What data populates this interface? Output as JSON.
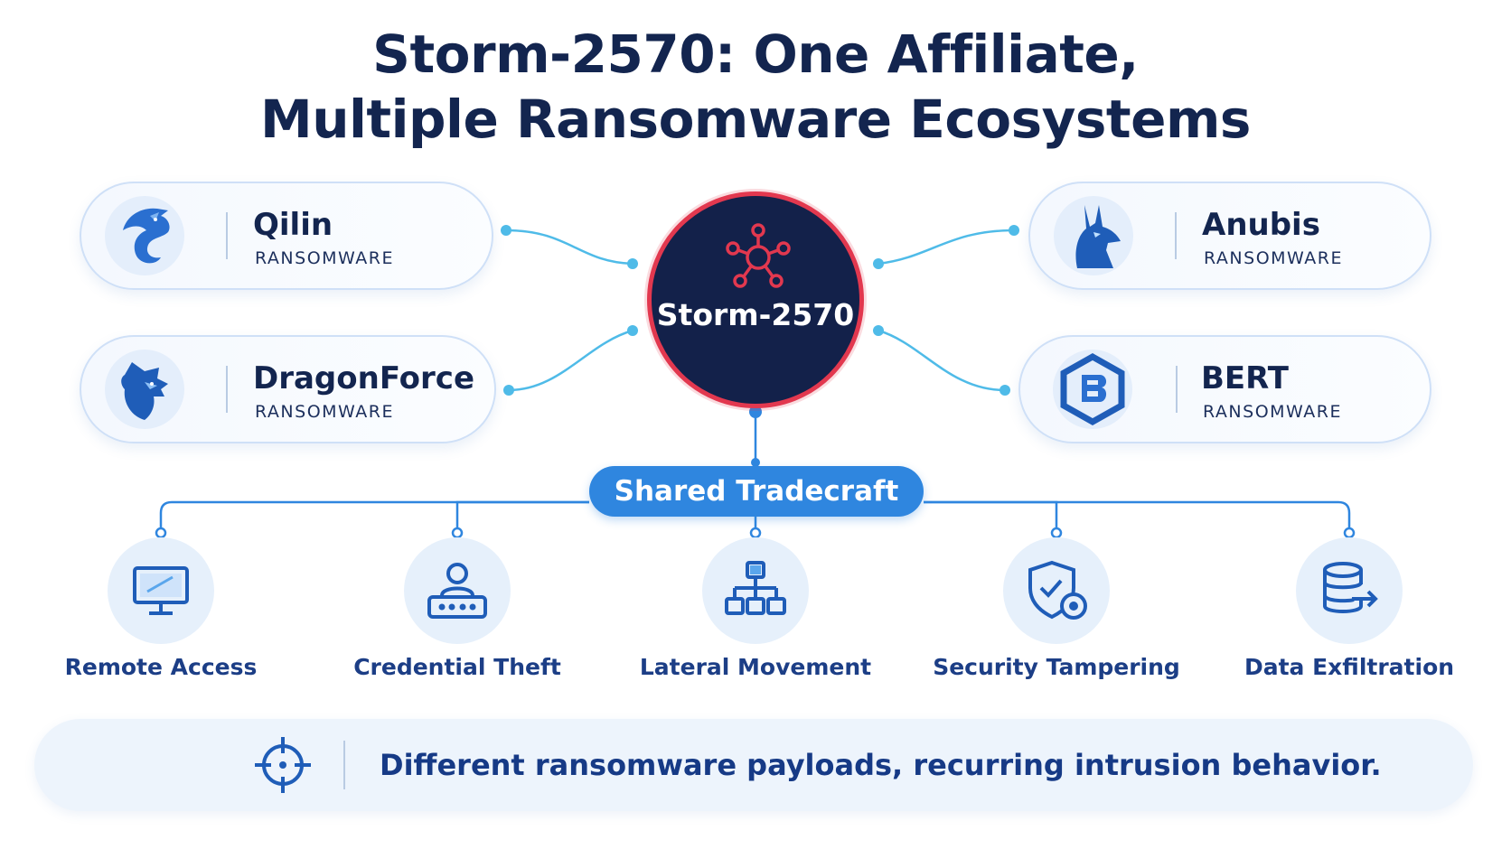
{
  "title": {
    "line1": "Storm-2570: One Affiliate,",
    "line2": "Multiple Ransomware Ecosystems"
  },
  "hub": {
    "label": "Storm-2570",
    "icon": "network-node-icon",
    "border_color": "#e2384f",
    "fill_color": "#13214a"
  },
  "families": [
    {
      "name": "Qilin",
      "kind": "RANSOMWARE",
      "icon": "dragon-icon"
    },
    {
      "name": "DragonForce",
      "kind": "RANSOMWARE",
      "icon": "wolf-dragon-icon"
    },
    {
      "name": "Anubis",
      "kind": "RANSOMWARE",
      "icon": "jackal-icon"
    },
    {
      "name": "BERT",
      "kind": "RANSOMWARE",
      "icon": "hexagon-b-icon"
    }
  ],
  "shared": {
    "label": "Shared Tradecraft",
    "color": "#2f86df"
  },
  "tradecraft": [
    {
      "label": "Remote Access",
      "icon": "monitor-icon"
    },
    {
      "label": "Credential Theft",
      "icon": "user-password-icon"
    },
    {
      "label": "Lateral Movement",
      "icon": "hierarchy-icon"
    },
    {
      "label": "Security Tampering",
      "icon": "shield-gear-icon"
    },
    {
      "label": "Data Exfiltration",
      "icon": "database-export-icon"
    }
  ],
  "banner": {
    "text": "Different ransomware payloads, recurring intrusion behavior.",
    "icon": "crosshair-icon"
  }
}
